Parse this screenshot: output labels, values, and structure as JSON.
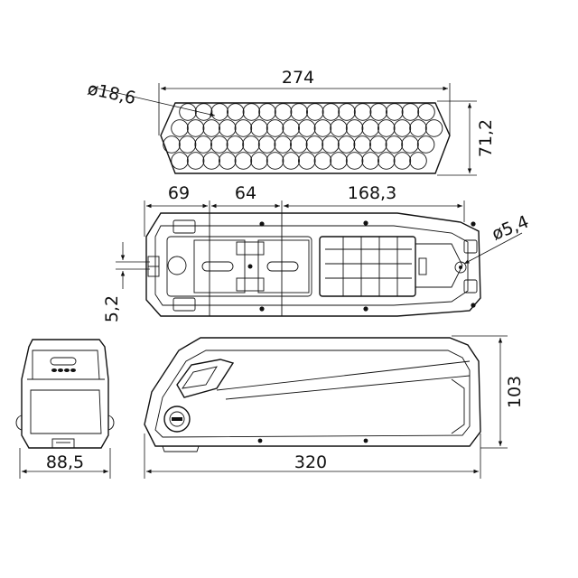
{
  "dimensions": {
    "cell_diameter": "ø18,6",
    "pack_length": "274",
    "pack_height": "71,2",
    "seg_a": "69",
    "seg_b": "64",
    "seg_c": "168,3",
    "hole_diameter": "ø5,4",
    "rail_width": "5,2",
    "front_width": "88,5",
    "total_length": "320",
    "total_height": "103"
  }
}
